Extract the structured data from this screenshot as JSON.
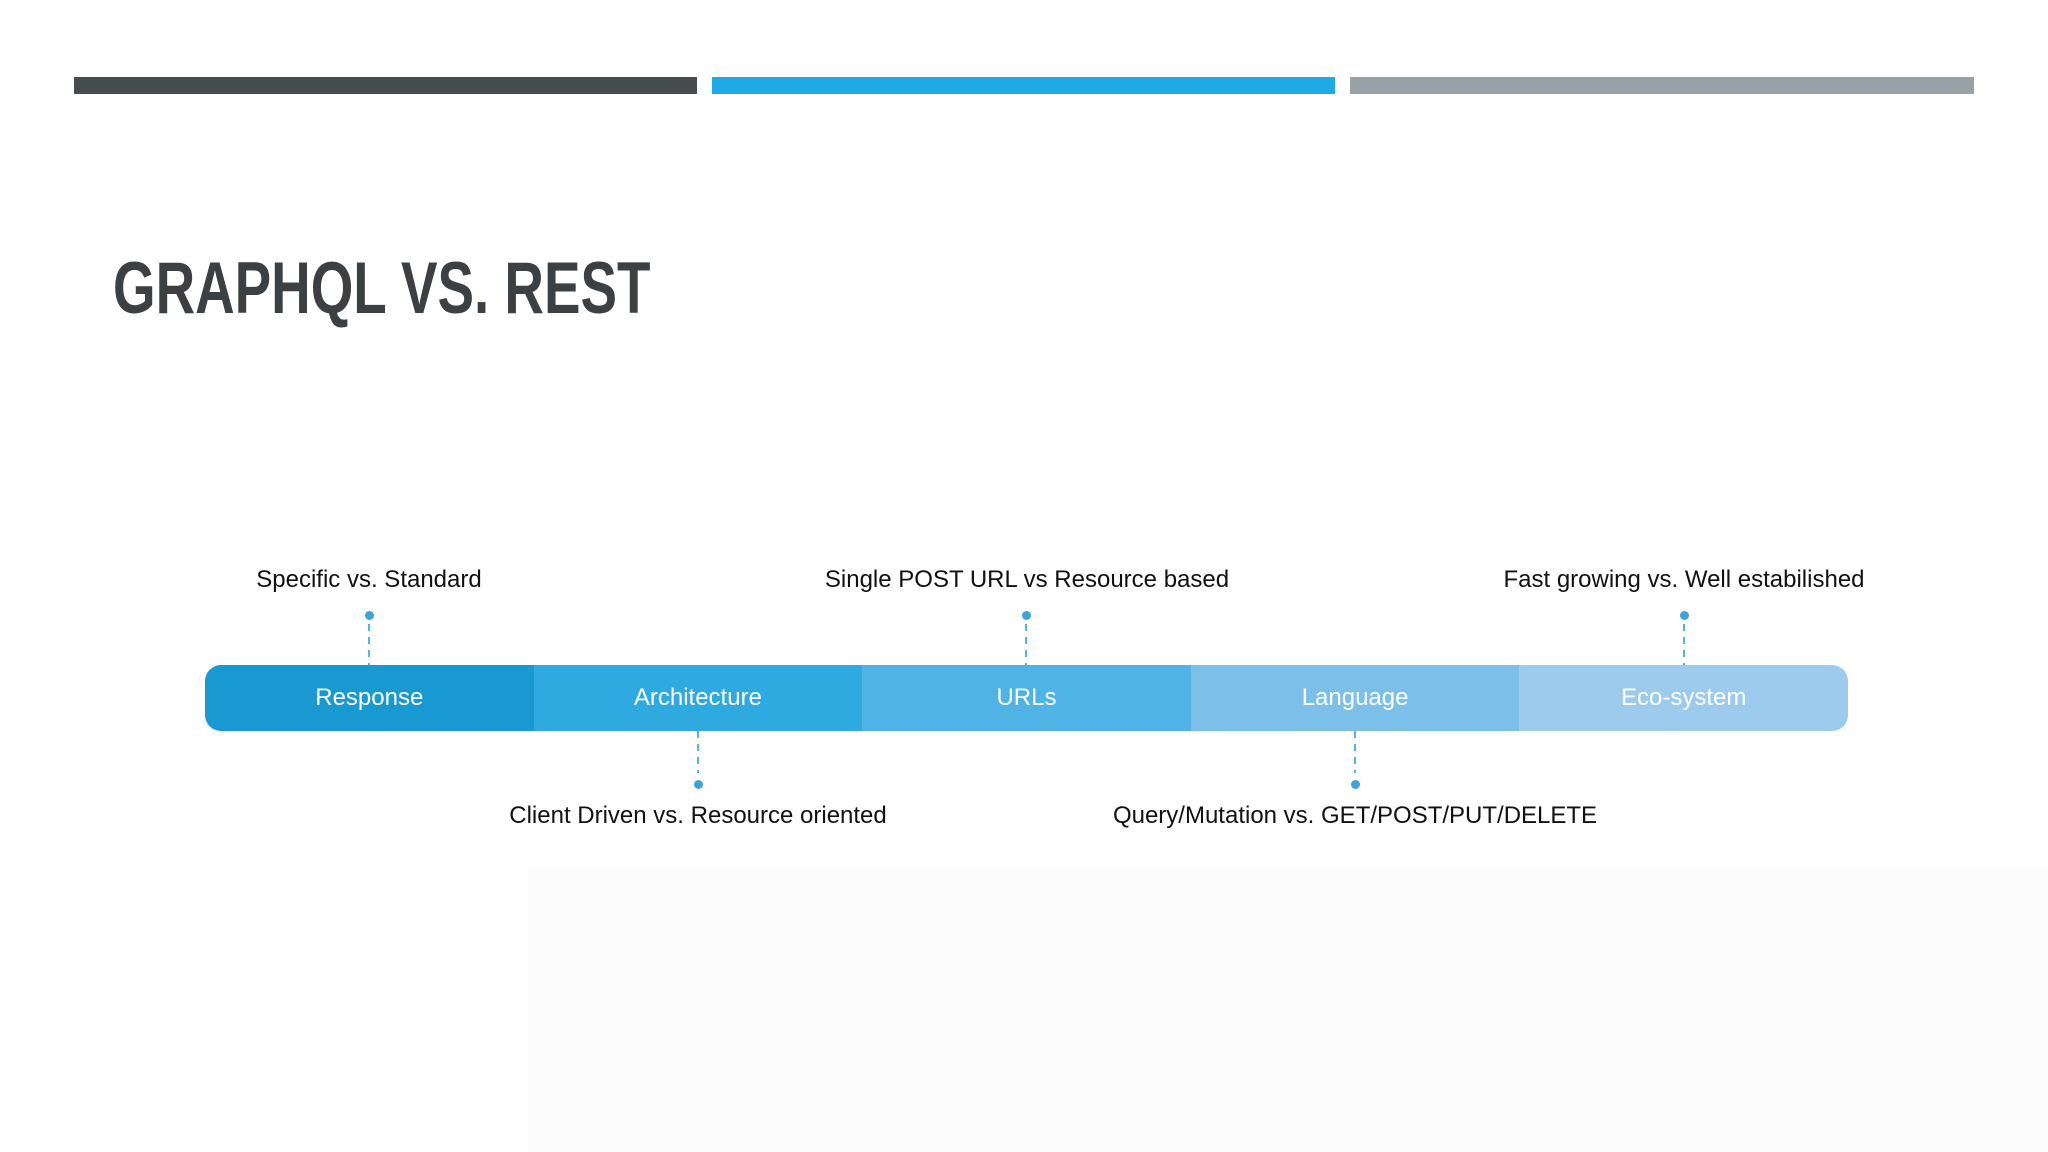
{
  "slide": {
    "title": "GRAPHQL VS. REST",
    "colors": {
      "background": "#FFFFFF",
      "shade": "#FCFCFD",
      "title": "#3C4043",
      "annotation_text": "#111111",
      "segment_label_text": "#FFFFFF",
      "connector_dash": "#5CB1E0",
      "connector_dot": "#3FA3D7"
    },
    "accent_bars": [
      {
        "name": "dark-bar",
        "color": "#454D4F"
      },
      {
        "name": "cyan-bar",
        "color": "#1FAAE3"
      },
      {
        "name": "gray-bar",
        "color": "#98A1A6"
      }
    ],
    "diagram": {
      "segments": [
        {
          "label": "Response",
          "color": "#1999D1",
          "annotation": "Specific vs. Standard",
          "annotation_side": "top"
        },
        {
          "label": "Architecture",
          "color": "#2EAAE1",
          "annotation": "Client Driven vs. Resource oriented",
          "annotation_side": "bottom"
        },
        {
          "label": "URLs",
          "color": "#4FB3E5",
          "annotation": "Single POST URL vs Resource based",
          "annotation_side": "top"
        },
        {
          "label": "Language",
          "color": "#7CC0E9",
          "annotation": "Query/Mutation vs. GET/POST/PUT/DELETE",
          "annotation_side": "bottom"
        },
        {
          "label": "Eco-system",
          "color": "#9CCBEE",
          "annotation": "Fast growing vs. Well estabilished",
          "annotation_side": "top"
        }
      ]
    }
  }
}
